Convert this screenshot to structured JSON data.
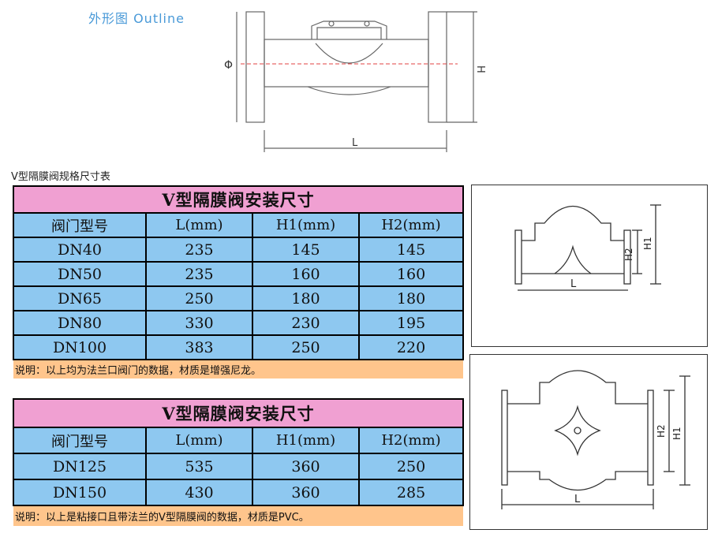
{
  "outline_title": "外形图 Outline",
  "outline_labels": {
    "phi": "Φ",
    "H": "H",
    "L": "L"
  },
  "spec_caption": "V型隔膜阀规格尺寸表",
  "table1": {
    "title": "V型隔膜阀安装尺寸",
    "headers": [
      "阀门型号",
      "L(mm)",
      "H1(mm)",
      "H2(mm)"
    ],
    "rows": [
      [
        "DN40",
        "235",
        "145",
        "145"
      ],
      [
        "DN50",
        "235",
        "160",
        "160"
      ],
      [
        "DN65",
        "250",
        "180",
        "180"
      ],
      [
        "DN80",
        "330",
        "230",
        "195"
      ],
      [
        "DN100",
        "383",
        "250",
        "220"
      ]
    ],
    "note": "说明：以上均为法兰口阀门的数据，材质是增强尼龙。"
  },
  "table2": {
    "title": "V型隔膜阀安装尺寸",
    "headers": [
      "阀门型号",
      "L(mm)",
      "H1(mm)",
      "H2(mm)"
    ],
    "rows": [
      [
        "DN125",
        "535",
        "360",
        "250"
      ],
      [
        "DN150",
        "430",
        "360",
        "285"
      ]
    ],
    "note": "说明：以上是粘接口且带法兰的V型隔膜阀的数据，材质是PVC。"
  },
  "diagram1_labels": {
    "L": "L",
    "H1": "H1",
    "H2": "H2"
  },
  "diagram2_labels": {
    "L": "L",
    "H1": "H1",
    "H2": "H2"
  }
}
